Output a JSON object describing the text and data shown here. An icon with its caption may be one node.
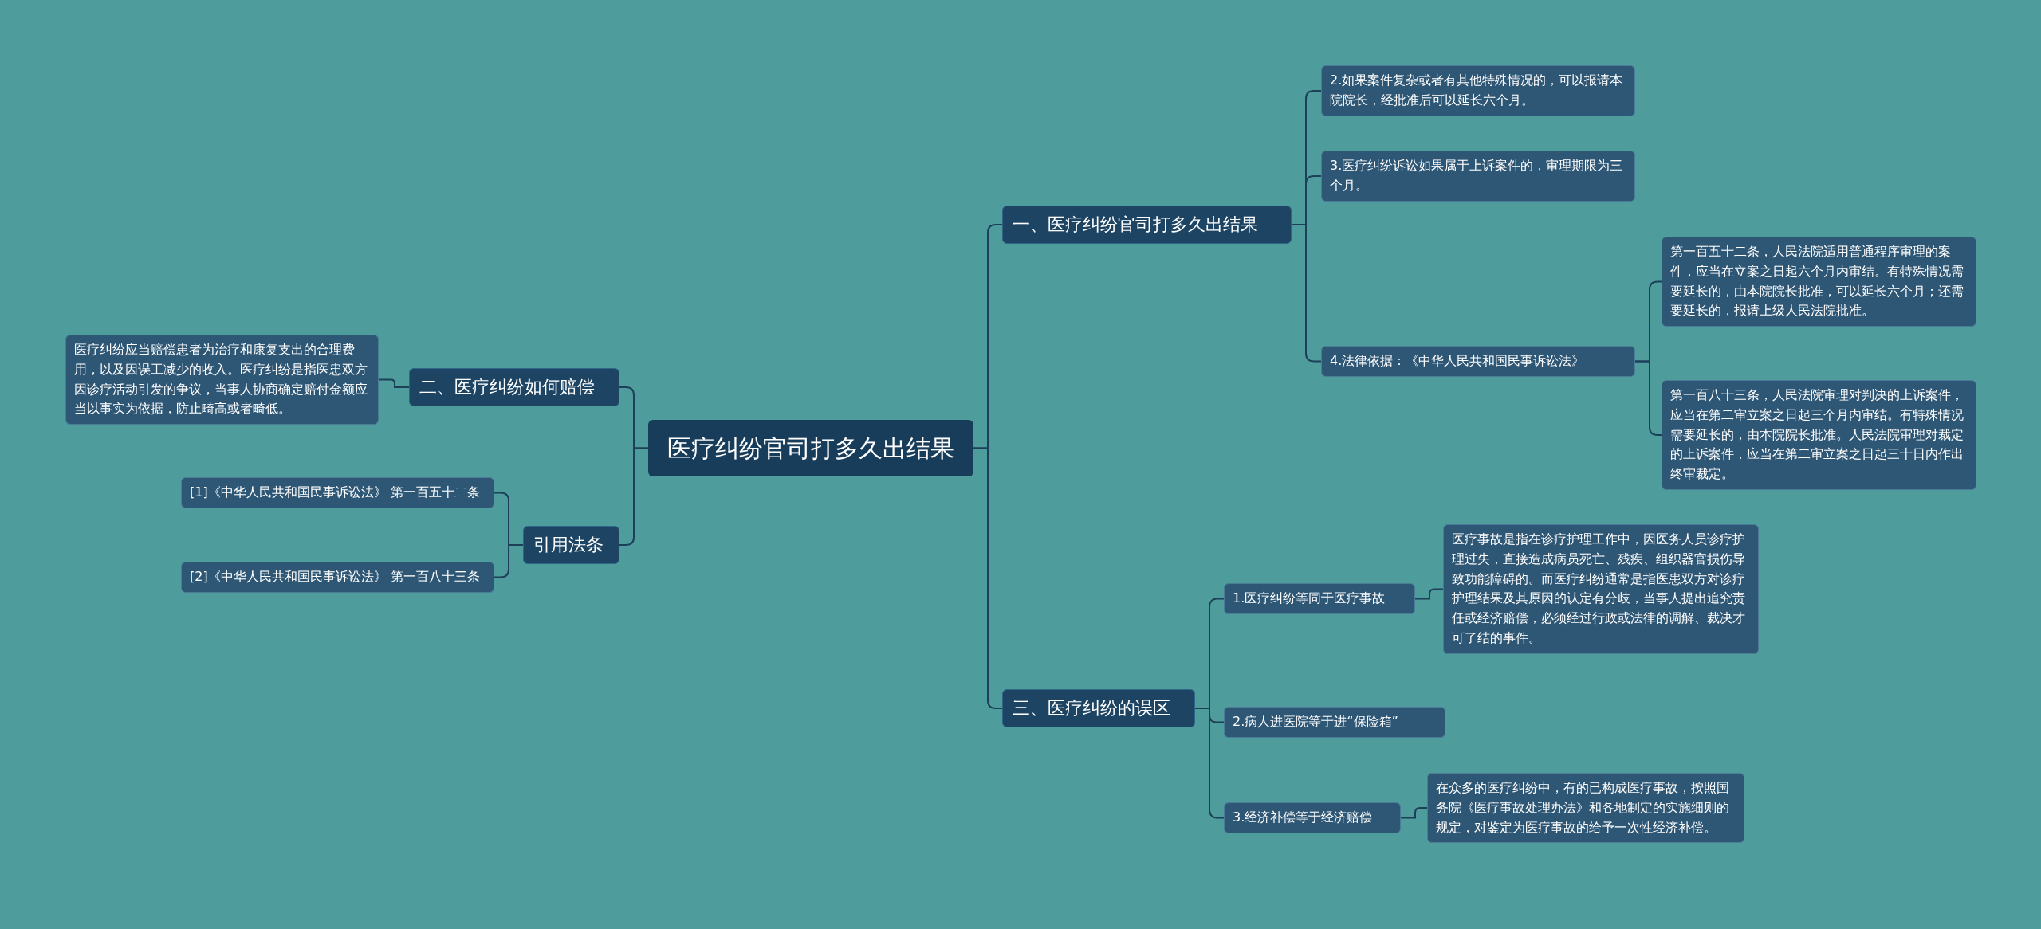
{
  "diagram": {
    "nodes": [
      {
        "text": [
          "医疗纠纷官司打多久出结果"
        ]
      },
      {
        "text": [
          "一、医疗纠纷官司打多久出结果"
        ]
      },
      {
        "text": [
          "2.如果案件复杂或者有其他特殊情况的，可以报请本院院长，经批准后可以延长六个月。"
        ]
      },
      {
        "text": [
          "3.医疗纠纷诉讼如果属于上诉案件的，审理期限为三个月。"
        ]
      },
      {
        "text": [
          "4.法律依据：《中华人民共和国民事诉讼法》"
        ]
      },
      {
        "text": [
          "第一百五十二条，人民法院适用普通程序审理的案件，应当在立案之日起六个月内审结。有特殊情况需要延长的，由本院院长批准，可以延长六个月；还需要延长的，报请上级人民法院批准。"
        ]
      },
      {
        "text": [
          "第一百八十三条，人民法院审理对判决的上诉案件，应当在第二审立案之日起三个月内审结。有特殊情况需要延长的，由本院院长批准。人民法院审理对裁定的上诉案件，应当在第二审立案之日起三十日内作出终审裁定。"
        ]
      },
      {
        "text": [
          "三、医疗纠纷的误区"
        ]
      },
      {
        "text": [
          "1.医疗纠纷等同于医疗事故"
        ]
      },
      {
        "text": [
          "医疗事故是指在诊疗护理工作中，因医务人员诊疗护理过失，直接造成病员死亡、残疾、组织器官损伤导致功能障碍的。而医疗纠纷通常是指医患双方对诊疗护理结果及其原因的认定有分歧，当事人提出追究责任或经济赔偿，必须经过行政或法律的调解、裁决才可了结的事件。"
        ]
      },
      {
        "text": [
          "2.病人进医院等于进“保险箱”"
        ]
      },
      {
        "text": [
          "3.经济补偿等于经济赔偿"
        ]
      },
      {
        "text": [
          "在众多的医疗纠纷中，有的已构成医疗事故，按照国务院《医疗事故处理办法》和各地制定的实施细则的规定，对鉴定为医疗事故的给予一次性经济补偿。"
        ]
      },
      {
        "text": [
          "二、医疗纠纷如何赔偿"
        ]
      },
      {
        "text": [
          "医疗纠纷应当赔偿患者为治疗和康复支出的合理费用，以及因误工减少的收入。医疗纠纷是指医患双方因诊疗活动引发的争议，当事人协商确定赔付金额应当以事实为依据，防止畸高或者畸低。"
        ]
      },
      {
        "text": [
          "引用法条"
        ]
      },
      {
        "text": [
          "[1]《中华人民共和国民事诉讼法》 第一百五十二条"
        ]
      },
      {
        "text": [
          "[2]《中华人民共和国民事诉讼法》 第一百八十三条"
        ]
      }
    ],
    "edges": [
      {
        "from": 0,
        "to": 1,
        "arrow": "none"
      },
      {
        "from": 1,
        "to": 2,
        "arrow": "none"
      },
      {
        "from": 1,
        "to": 3,
        "arrow": "none"
      },
      {
        "from": 1,
        "to": 4,
        "arrow": "none"
      },
      {
        "from": 4,
        "to": 5,
        "arrow": "none"
      },
      {
        "from": 4,
        "to": 6,
        "arrow": "none"
      },
      {
        "from": 0,
        "to": 7,
        "arrow": "none"
      },
      {
        "from": 7,
        "to": 8,
        "arrow": "none"
      },
      {
        "from": 8,
        "to": 9,
        "arrow": "none"
      },
      {
        "from": 7,
        "to": 10,
        "arrow": "none"
      },
      {
        "from": 7,
        "to": 11,
        "arrow": "none"
      },
      {
        "from": 11,
        "to": 12,
        "arrow": "none"
      },
      {
        "from": 0,
        "to": 13,
        "arrow": "none"
      },
      {
        "from": 13,
        "to": 14,
        "arrow": "none"
      },
      {
        "from": 0,
        "to": 15,
        "arrow": "none"
      },
      {
        "from": 15,
        "to": 16,
        "arrow": "none"
      },
      {
        "from": 15,
        "to": 17,
        "arrow": "none"
      }
    ]
  }
}
